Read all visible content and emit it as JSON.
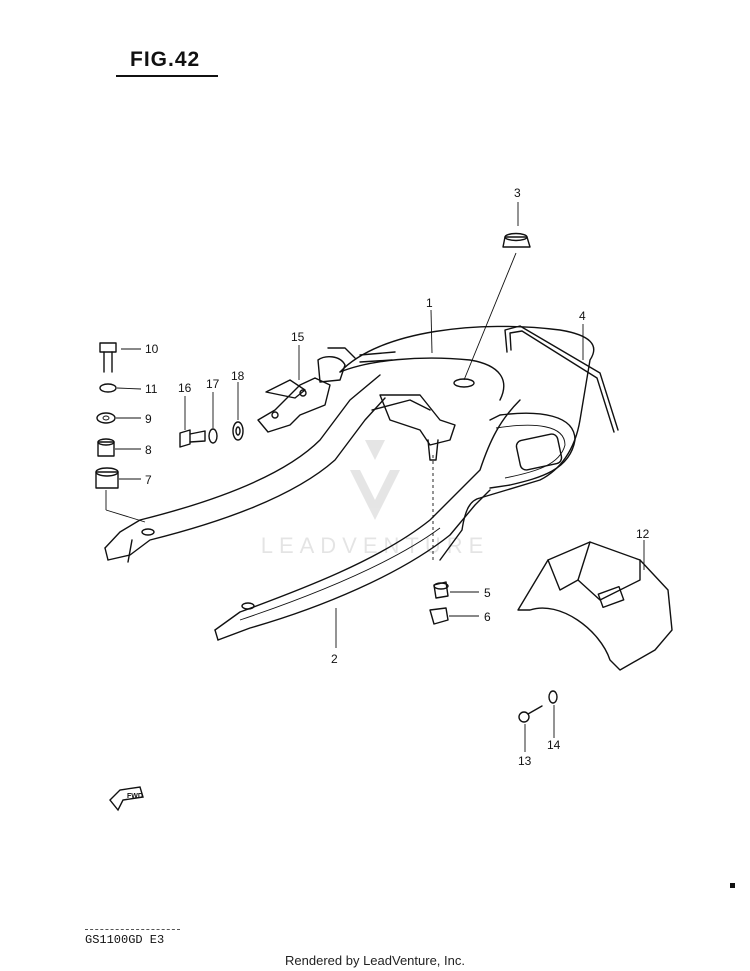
{
  "figure": {
    "title": "FIG.42",
    "model": "GS1100GD  E3"
  },
  "footer": {
    "text": "Rendered by LeadVenture, Inc."
  },
  "watermark": {
    "text": "LEADVENTURE"
  },
  "fwd_label": "FWD",
  "callouts": [
    "1",
    "2",
    "3",
    "4",
    "5",
    "6",
    "7",
    "8",
    "9",
    "10",
    "11",
    "12",
    "13",
    "14",
    "15",
    "16",
    "17",
    "18"
  ]
}
